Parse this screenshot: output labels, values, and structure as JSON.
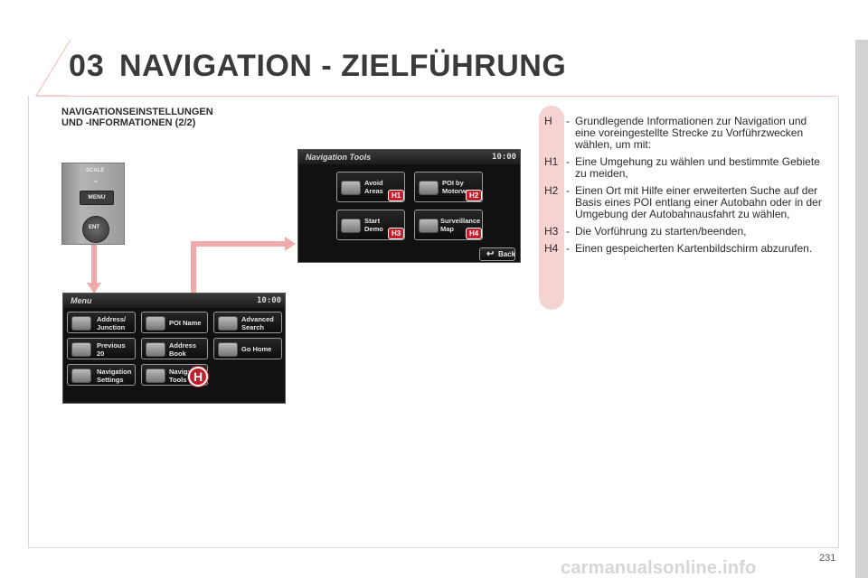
{
  "header": {
    "chapter_number": "03",
    "chapter_title": "NAVIGATION - ZIELFÜHRUNG"
  },
  "section": {
    "title_line1": "NAVIGATIONSEINSTELLUNGEN",
    "title_line2": "UND -INFORMATIONEN (2/2)"
  },
  "remote": {
    "scale_label": "SCALE",
    "chevron": "⌄",
    "menu_label": "MENU",
    "ent_label": "ENT"
  },
  "nav_tools_screen": {
    "title": "Navigation Tools",
    "clock": "10:00",
    "tiles": [
      {
        "label_line1": "Avoid",
        "label_line2": "Areas",
        "badge": "H1"
      },
      {
        "label_line1": "POI by",
        "label_line2": "Motorwa",
        "badge": "H2"
      },
      {
        "label_line1": "Start",
        "label_line2": "Demo",
        "badge": "H3"
      },
      {
        "label_line1": "Surveillance",
        "label_line2": "Map",
        "badge": "H4"
      }
    ],
    "back_label": "Back"
  },
  "menu_screen": {
    "title": "Menu",
    "clock": "10:00",
    "tiles": [
      {
        "label_line1": "Address/",
        "label_line2": "Junction"
      },
      {
        "label_line1": "POI Name",
        "label_line2": ""
      },
      {
        "label_line1": "Advanced",
        "label_line2": "Search"
      },
      {
        "label_line1": "Previous",
        "label_line2": "20"
      },
      {
        "label_line1": "Address",
        "label_line2": "Book"
      },
      {
        "label_line1": "Go Home",
        "label_line2": ""
      },
      {
        "label_line1": "Navigation",
        "label_line2": "Settings"
      },
      {
        "label_line1": "Navigat",
        "label_line2": "Tools"
      }
    ],
    "callout": "H"
  },
  "legend": {
    "items": [
      {
        "key": "H",
        "dash": "-",
        "text": "Grundlegende Informationen zur Navigation und eine voreingestellte Strecke zu Vorführzwecken wählen, um mit:"
      },
      {
        "key": "H1",
        "dash": "-",
        "text": "Eine Umgehung zu wählen und bestimmte Gebiete zu meiden,"
      },
      {
        "key": "H2",
        "dash": "-",
        "text": "Einen Ort mit Hilfe einer erweiterten Suche auf der Basis eines POI entlang einer Autobahn oder in der Umgebung der Autobahnausfahrt zu wählen,"
      },
      {
        "key": "H3",
        "dash": "-",
        "text": "Die Vorführung zu starten/beenden,"
      },
      {
        "key": "H4",
        "dash": "-",
        "text": "Einen gespeicherten Kartenbildschirm abzurufen."
      }
    ]
  },
  "footer": {
    "page_number": "231",
    "watermark": "carmanualsonline.info"
  },
  "colors": {
    "accent_red": "#c31f2b",
    "accent_pink": "#f2a9a9",
    "pill_pink": "#f6d3d3"
  }
}
